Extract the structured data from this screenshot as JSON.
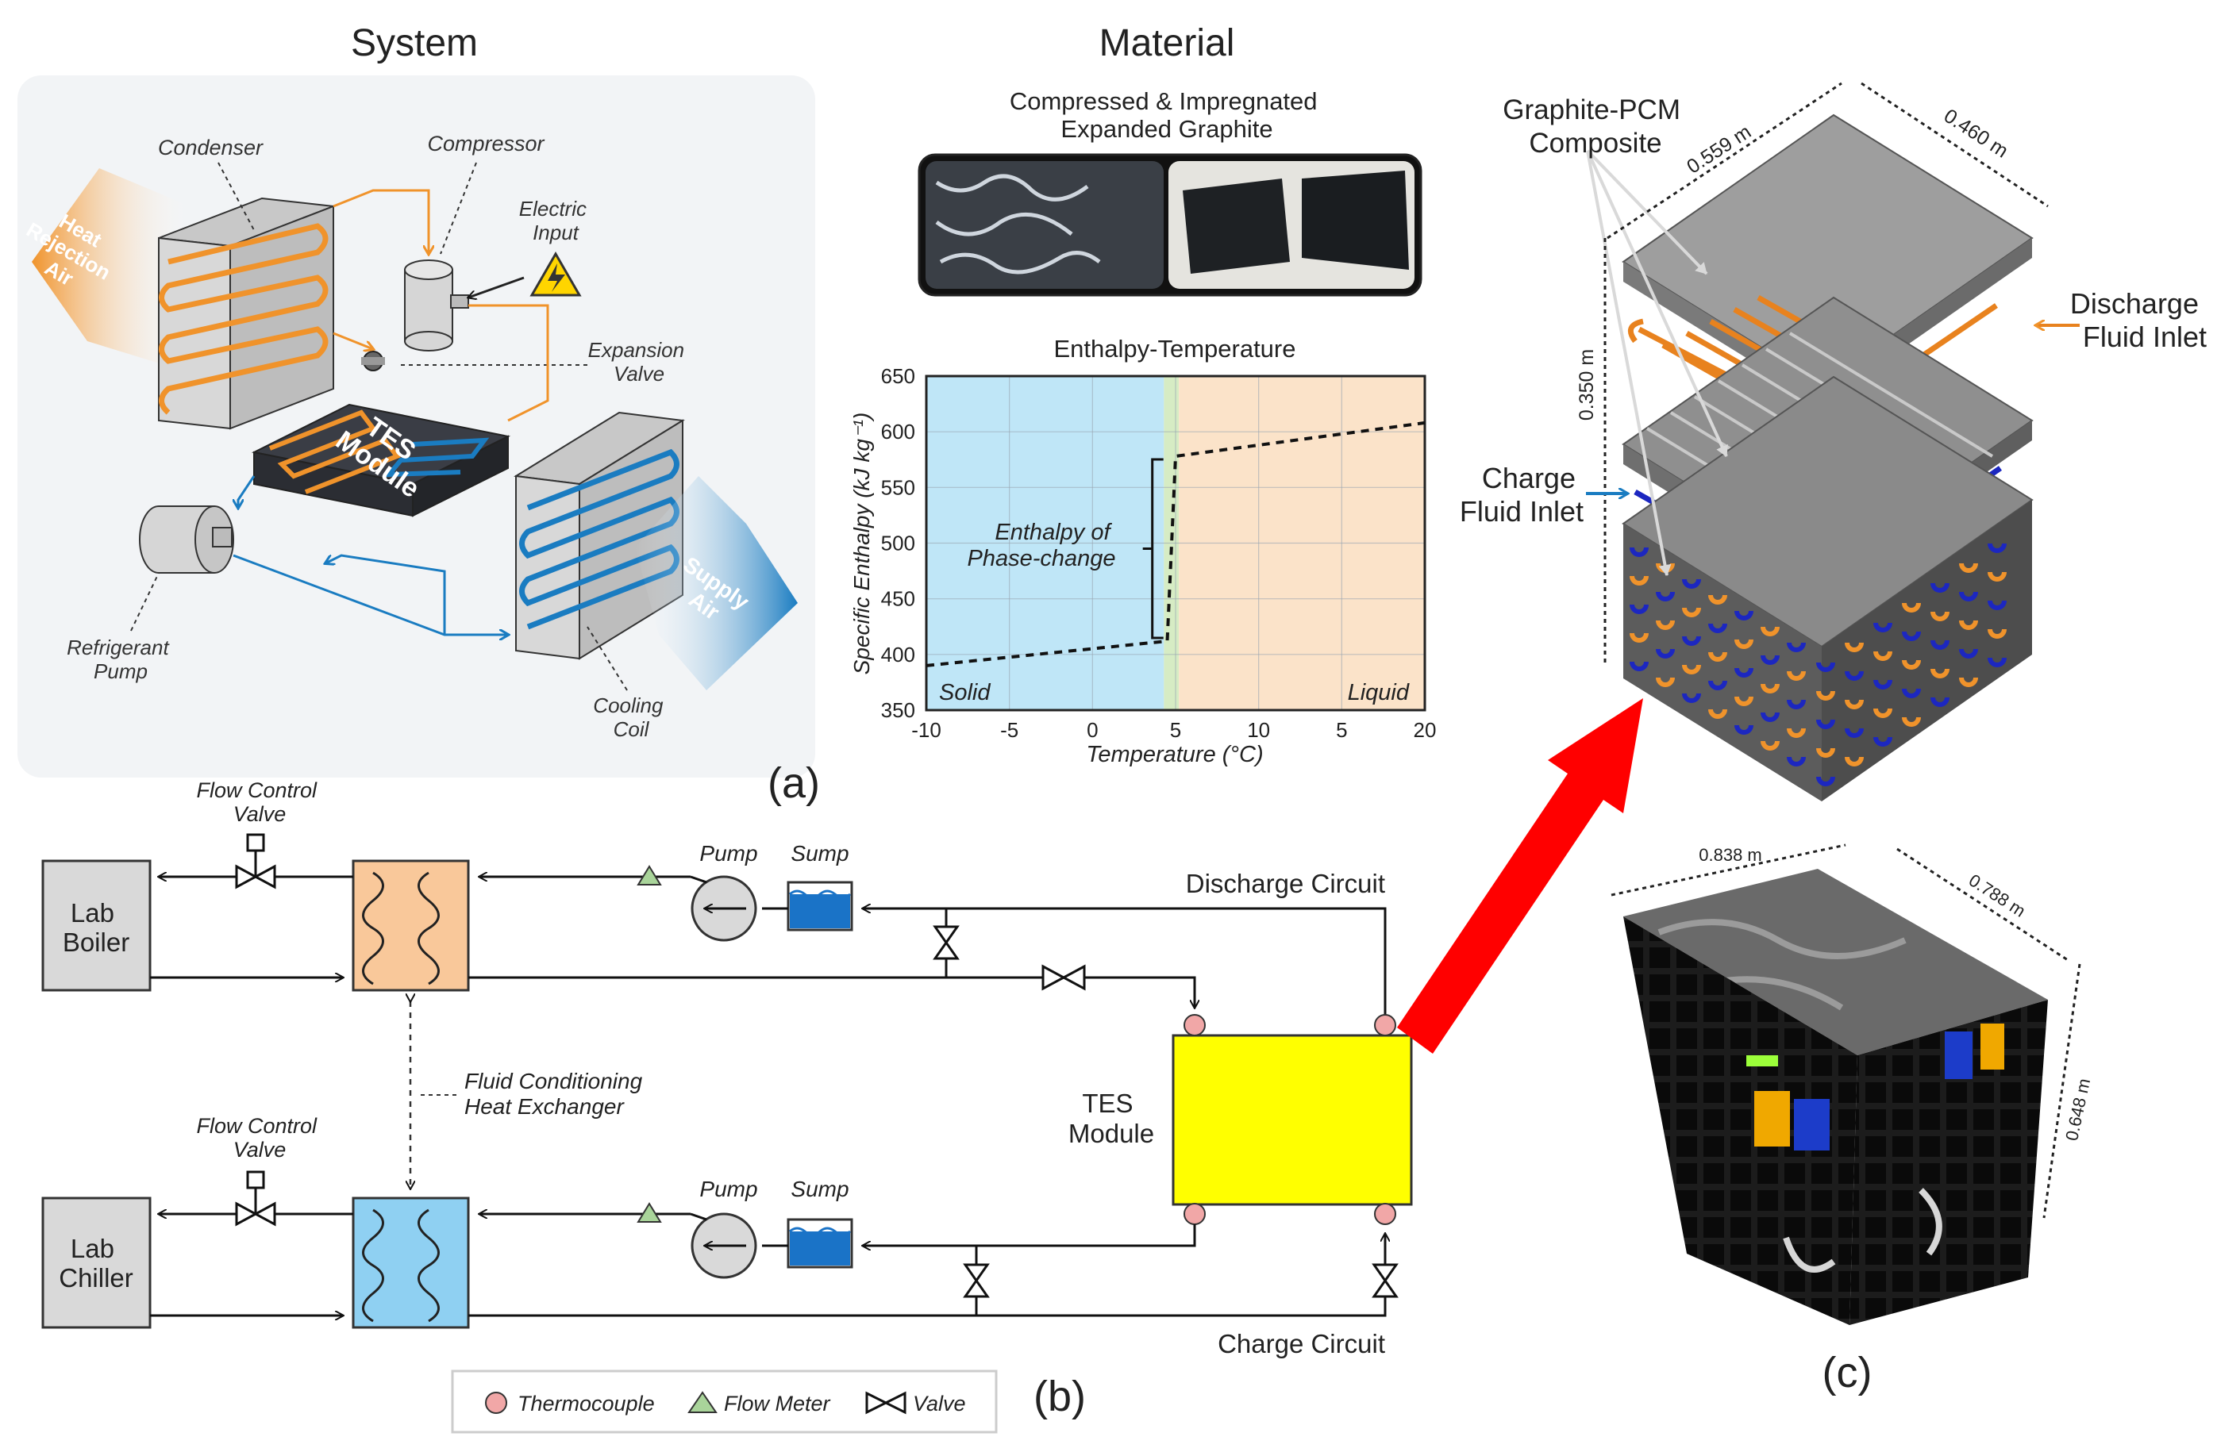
{
  "panel_a": {
    "system_title": "System",
    "material_title": "Material",
    "condenser": "Condenser",
    "compressor": "Compressor",
    "electric_input": [
      "Electric",
      "Input"
    ],
    "expansion_valve": [
      "Expansion",
      "Valve"
    ],
    "heat_rejection_air": [
      "Heat",
      "Rejection",
      "Air"
    ],
    "tes_module": [
      "TES",
      "Module"
    ],
    "supply_air": [
      "Supply",
      "Air"
    ],
    "refrigerant_pump": [
      "Refrigerant",
      "Pump"
    ],
    "cooling_coil": [
      "Cooling",
      "Coil"
    ],
    "graphite_caption": [
      "Compressed & Impregnated",
      "Expanded Graphite"
    ],
    "panel_label": "(a)"
  },
  "chart_data": {
    "type": "line",
    "title": "Enthalpy-Temperature",
    "xlabel": "Temperature (°C)",
    "ylabel": "Specific Enthalpy (kJ kg⁻¹)",
    "x_tick_labels": [
      "-10",
      "-5",
      "0",
      "5",
      "10",
      "5",
      "20"
    ],
    "y_ticks": [
      350,
      400,
      450,
      500,
      550,
      600,
      650
    ],
    "xlim": [
      -10,
      20
    ],
    "ylim": [
      350,
      650
    ],
    "series": [
      {
        "x": [
          -10,
          4.5,
          4.5,
          5,
          5,
          20
        ],
        "y": [
          390,
          412,
          412,
          578,
          578,
          608
        ]
      }
    ],
    "regions": {
      "solid": "Solid",
      "liquid": "Liquid"
    },
    "annotation": [
      "Enthalpy of",
      "Phase-change"
    ],
    "colors": {
      "solid": "#bfe6f7",
      "liquid": "#fbe3c9",
      "transition": "#d6ecc4"
    },
    "grid": true
  },
  "panel_b": {
    "lab_boiler": [
      "Lab",
      "Boiler"
    ],
    "lab_chiller": [
      "Lab",
      "Chiller"
    ],
    "flow_control_valve": [
      "Flow Control",
      "Valve"
    ],
    "pump": "Pump",
    "sump": "Sump",
    "discharge_circuit": "Discharge Circuit",
    "charge_circuit": "Charge Circuit",
    "fluid_conditioning": [
      "Fluid Conditioning",
      "Heat Exchanger"
    ],
    "tes_module": [
      "TES",
      "Module"
    ],
    "legend": {
      "thermocouple": "Thermocouple",
      "flow_meter": "Flow Meter",
      "valve": "Valve"
    },
    "panel_label": "(b)"
  },
  "panel_c": {
    "graphite_pcm": [
      "Graphite-PCM",
      "Composite"
    ],
    "dim_559": "0.559 m",
    "dim_460": "0.460 m",
    "dim_350": "0.350 m",
    "discharge_inlet": [
      "Discharge",
      "Fluid Inlet"
    ],
    "charge_inlet": [
      "Charge",
      "Fluid Inlet"
    ],
    "dim_838": "0.838 m",
    "dim_788": "0.788 m",
    "dim_648": "0.648 m",
    "panel_label": "(c)"
  },
  "colors": {
    "orange": "#f0932b",
    "blue": "#1a7cc1",
    "tes_yellow": "#ffff00",
    "arrow_red": "#ff0000",
    "hx_orange": "#f9c89a",
    "hx_blue": "#8fd0f2",
    "sump_blue": "#1a73c7",
    "thermocouple": "#f1a7a7",
    "flow_meter": "#a9d49a"
  }
}
